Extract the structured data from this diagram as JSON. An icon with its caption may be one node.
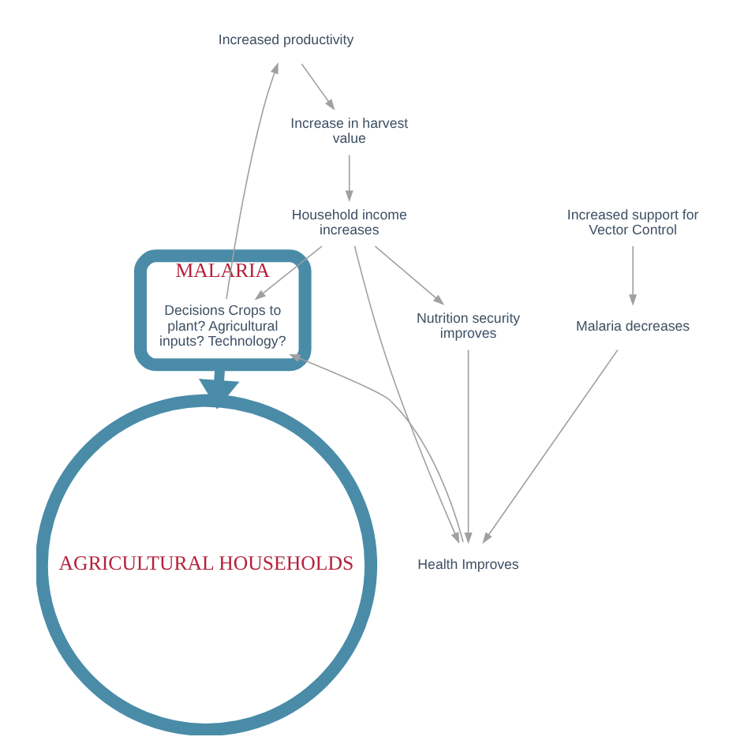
{
  "diagram": {
    "nodes": [
      {
        "text": [
          "Increased support for Vector Control"
        ]
      },
      {
        "text": [
          "Malaria decreases"
        ]
      },
      {
        "text": [
          "Health Improves"
        ]
      },
      {
        "text": [
          "MALARIA"
        ]
      },
      {
        "text": [
          "Decisions Crops to plant? Agricultural inputs? Technology?"
        ],
        "in": 3
      },
      {
        "text": [
          "Nutrition security improves"
        ]
      },
      {
        "text": [
          "AGRICULTURAL HOUSEHOLDS"
        ]
      },
      {
        "text": [
          "Increased productivity"
        ]
      },
      {
        "text": [
          "Household income increases"
        ]
      },
      {
        "text": [
          "Increase in harvest value"
        ]
      }
    ],
    "edges": [
      {
        "from": 0,
        "to": 1,
        "arrow": "to"
      },
      {
        "from": 1,
        "to": 2,
        "arrow": "to"
      },
      {
        "from": 2,
        "to": 4,
        "arrow": "to"
      },
      {
        "from": 4,
        "to": 7,
        "arrow": "to"
      },
      {
        "from": 7,
        "to": 9,
        "arrow": "to"
      },
      {
        "from": 9,
        "to": 8,
        "arrow": "to"
      },
      {
        "from": 8,
        "to": 4,
        "arrow": "to"
      },
      {
        "from": 8,
        "to": 2,
        "arrow": "to"
      },
      {
        "from": 8,
        "to": 5,
        "arrow": "to"
      },
      {
        "from": 5,
        "to": 2,
        "arrow": "to"
      },
      {
        "from": 3,
        "to": 6,
        "arrow": "to",
        "style": "thick",
        "color": "#4a8ca8"
      }
    ]
  }
}
